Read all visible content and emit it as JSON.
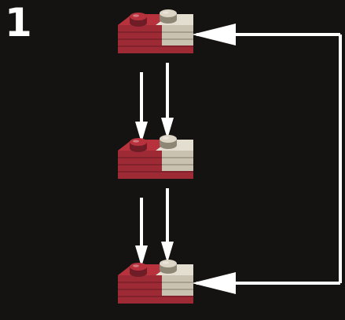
{
  "step": {
    "number": "1"
  },
  "colors": {
    "background": "#141312",
    "text": "#ffffff",
    "arrow": "#ffffff",
    "brick_red_top": "#b8323e",
    "brick_red_front": "#9e2a35",
    "brick_red_side": "#6e1c25",
    "brick_white_top": "#e4ded0",
    "brick_white_front": "#c9c2b0",
    "brick_white_side": "#8f8776",
    "stud_red": "#b8323e",
    "stud_white": "#ddd6c6"
  },
  "diagram": {
    "bricks": [
      {
        "id": "top",
        "left_color": "red",
        "right_color": "white"
      },
      {
        "id": "middle",
        "left_color": "red",
        "right_color": "white"
      },
      {
        "id": "bottom",
        "left_color": "red",
        "right_color": "white"
      }
    ],
    "arrows": [
      {
        "id": "down-arrow-1-left",
        "from": "top",
        "to": "middle"
      },
      {
        "id": "down-arrow-1-right",
        "from": "top",
        "to": "middle"
      },
      {
        "id": "down-arrow-2-left",
        "from": "middle",
        "to": "bottom"
      },
      {
        "id": "down-arrow-2-right",
        "from": "middle",
        "to": "bottom"
      },
      {
        "id": "return-arrow-top",
        "target": "top"
      },
      {
        "id": "return-arrow-bottom",
        "target": "bottom"
      }
    ]
  }
}
